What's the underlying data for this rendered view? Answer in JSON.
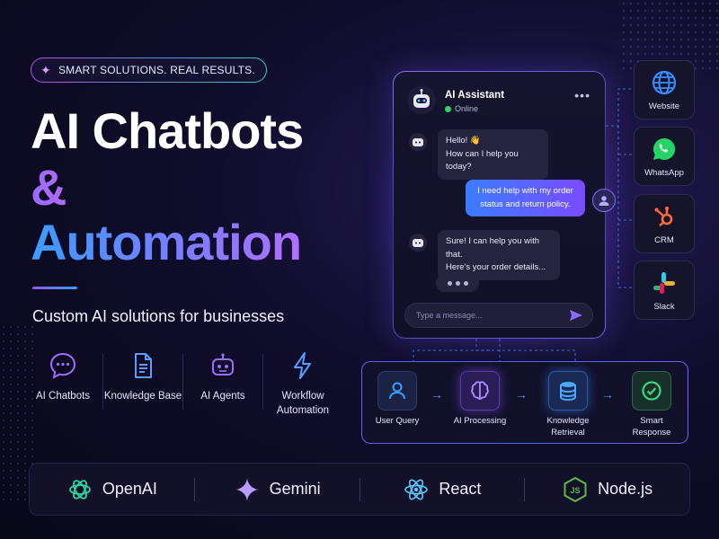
{
  "badge": {
    "text": "SMART SOLUTIONS. REAL RESULTS."
  },
  "headline": {
    "line1": "AI Chatbots",
    "line2": "&",
    "line3": "Automation"
  },
  "subtitle": "Custom AI solutions for businesses",
  "features": [
    {
      "label": "AI Chatbots",
      "icon": "chat-bubble-icon"
    },
    {
      "label": "Knowledge Base",
      "icon": "document-icon"
    },
    {
      "label": "AI Agents",
      "icon": "robot-icon"
    },
    {
      "label": "Workflow Automation",
      "icon": "lightning-icon"
    }
  ],
  "chat": {
    "title": "AI Assistant",
    "status": "Online",
    "messages": [
      {
        "from": "bot",
        "line1": "Hello! 👋",
        "line2": "How can I help you today?"
      },
      {
        "from": "user",
        "line1": "I need help with my order",
        "line2": "status and return policy."
      },
      {
        "from": "bot",
        "line1": "Sure! I can help you with that.",
        "line2": "Here's your order details..."
      }
    ],
    "input_placeholder": "Type a message..."
  },
  "integrations": [
    {
      "label": "Website",
      "icon": "globe-icon"
    },
    {
      "label": "WhatsApp",
      "icon": "whatsapp-icon"
    },
    {
      "label": "CRM",
      "icon": "hubspot-icon"
    },
    {
      "label": "Slack",
      "icon": "slack-icon"
    }
  ],
  "workflow": [
    {
      "label": "User Query",
      "icon": "user-icon"
    },
    {
      "label": "AI Processing",
      "icon": "brain-icon"
    },
    {
      "label": "Knowledge Retrieval",
      "icon": "database-icon"
    },
    {
      "label": "Smart Response",
      "icon": "check-circle-icon"
    }
  ],
  "tech": [
    {
      "label": "OpenAI",
      "icon": "openai-icon"
    },
    {
      "label": "Gemini",
      "icon": "gemini-icon"
    },
    {
      "label": "React",
      "icon": "react-icon"
    },
    {
      "label": "Node.js",
      "icon": "nodejs-icon"
    }
  ],
  "colors": {
    "background": "#0f0d2a",
    "accent_purple": "#8a5cff",
    "accent_blue": "#3a9cff",
    "online_green": "#2fd46a"
  }
}
